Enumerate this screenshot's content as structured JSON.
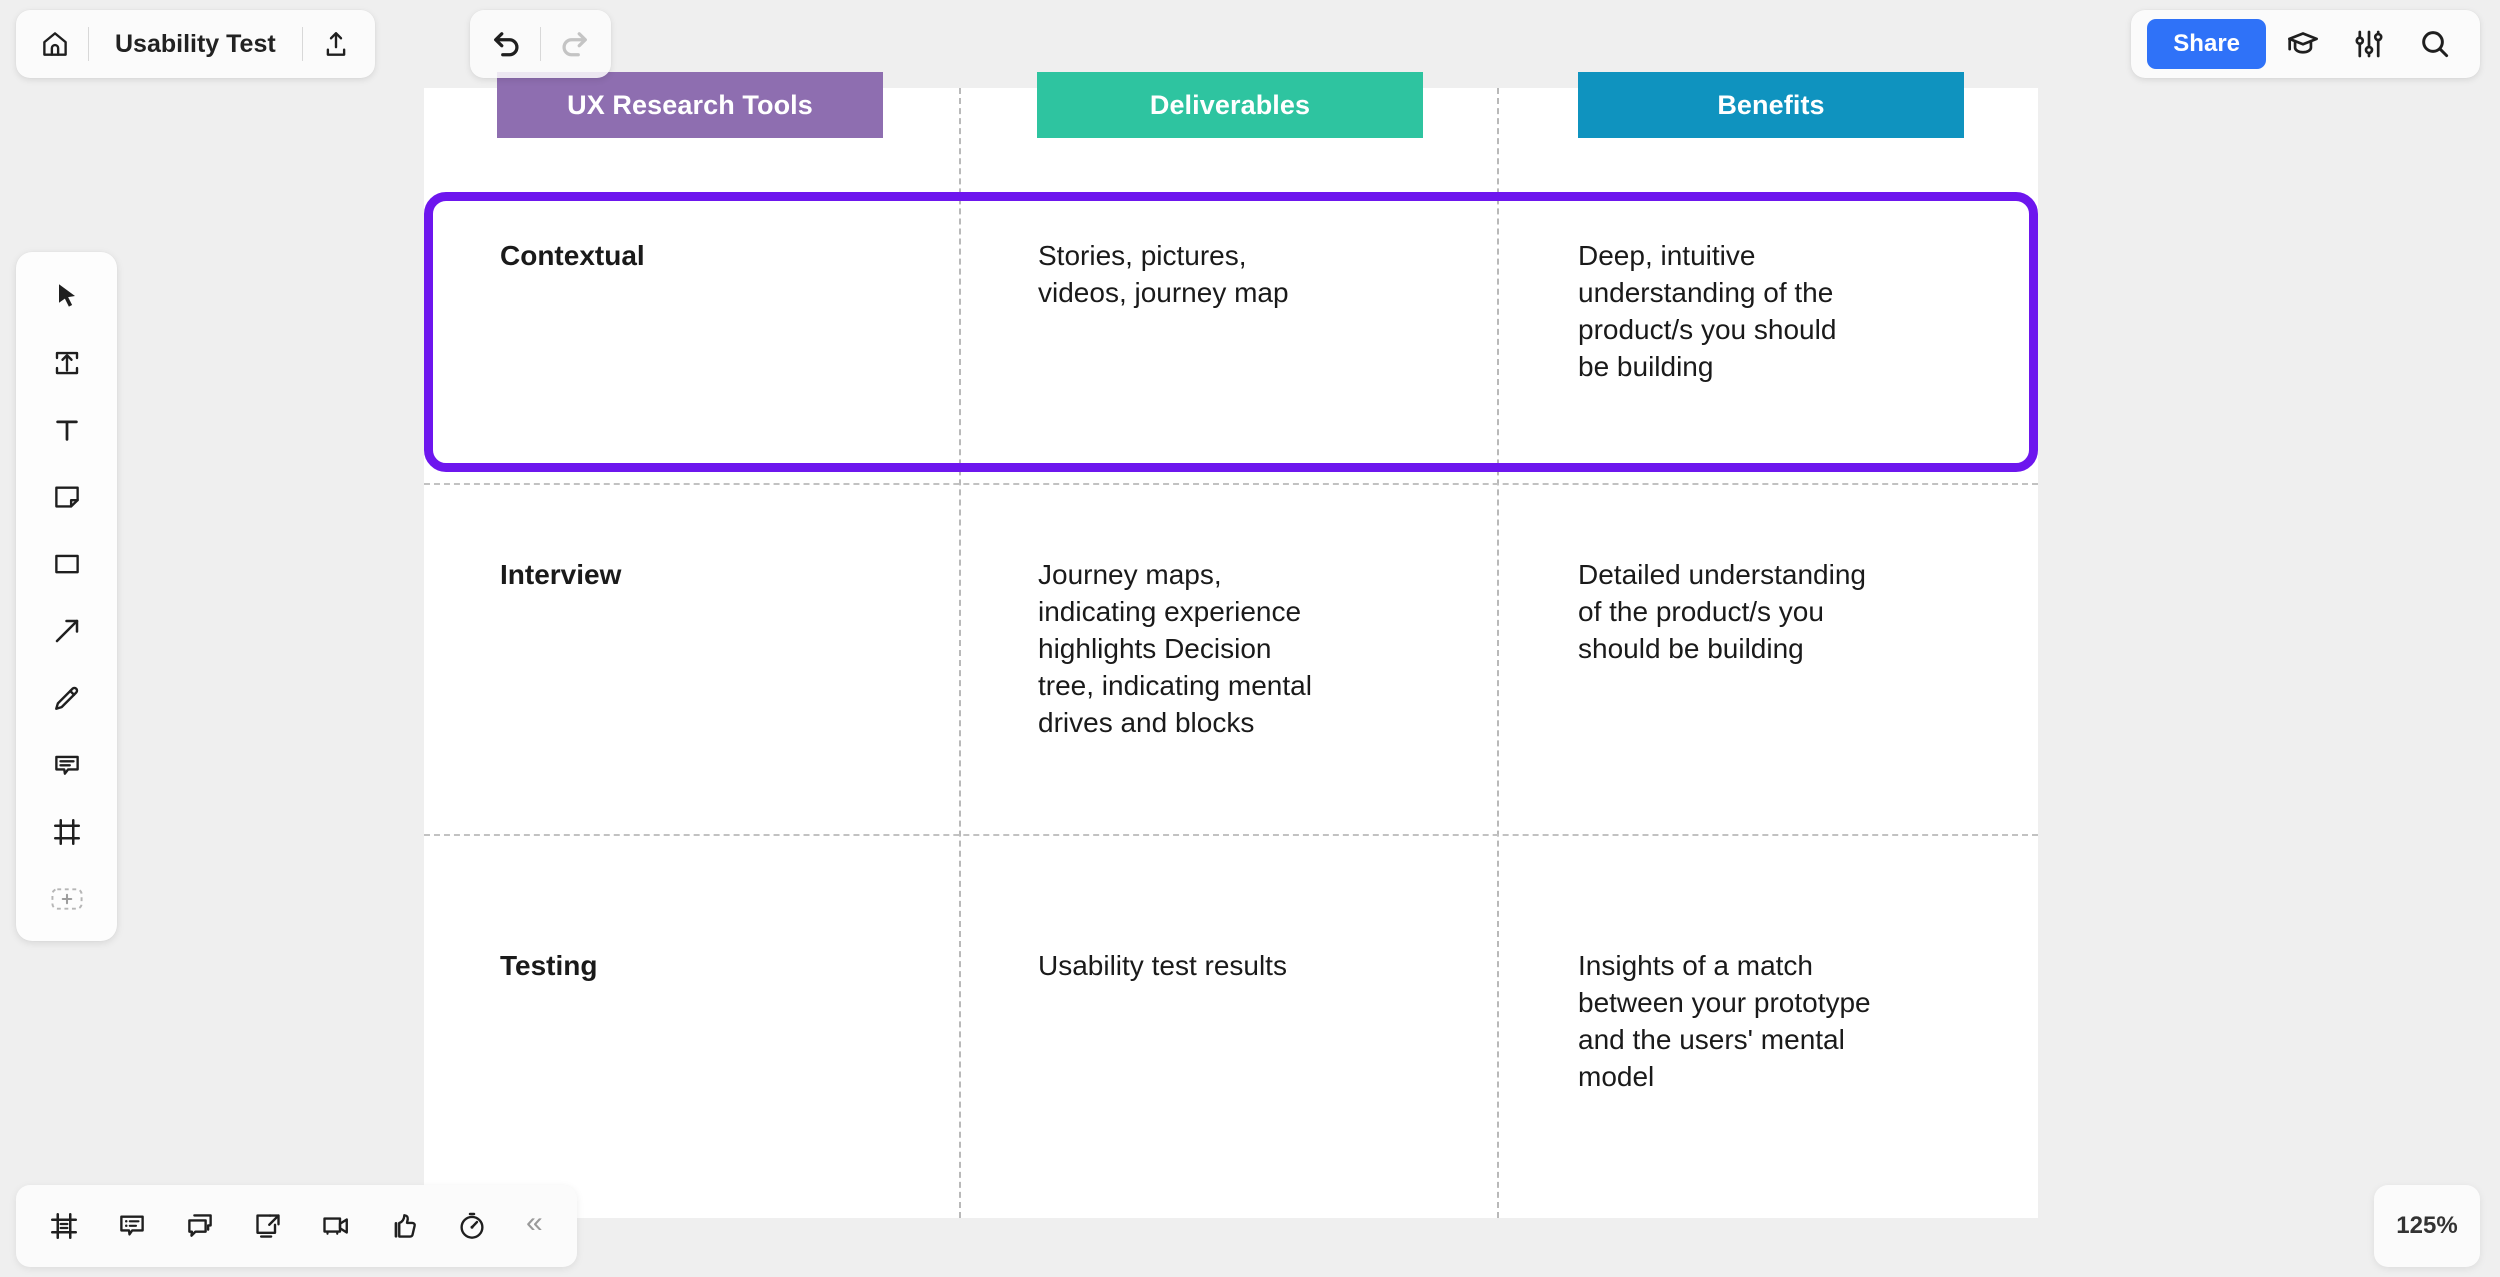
{
  "app": {
    "zoom_level": "125%",
    "document_title": "Usability Test"
  },
  "topbar": {
    "home_icon": "home-icon",
    "share_icon": "upload-share-icon",
    "undo_icon": "undo-icon",
    "redo_icon": "redo-icon",
    "share_label": "Share",
    "learn_icon": "graduation-cap-icon",
    "settings_icon": "sliders-icon",
    "search_icon": "search-icon"
  },
  "left_toolbar": {
    "items": [
      {
        "name": "select-tool",
        "icon": "cursor-arrow-icon"
      },
      {
        "name": "upload-tool",
        "icon": "upload-box-icon"
      },
      {
        "name": "text-tool",
        "icon": "text-t-icon"
      },
      {
        "name": "sticky-note-tool",
        "icon": "sticky-note-icon"
      },
      {
        "name": "shape-tool",
        "icon": "rectangle-icon"
      },
      {
        "name": "connector-tool",
        "icon": "arrow-diagonal-icon"
      },
      {
        "name": "pen-tool",
        "icon": "pencil-icon"
      },
      {
        "name": "comment-tool",
        "icon": "comment-bubble-icon"
      },
      {
        "name": "frame-tool",
        "icon": "frame-icon"
      },
      {
        "name": "add-more-tool",
        "icon": "plus-dashed-icon"
      }
    ]
  },
  "bottom_toolbar": {
    "items": [
      {
        "name": "frames-panel",
        "icon": "frame-list-icon"
      },
      {
        "name": "comments-panel",
        "icon": "comment-lines-icon"
      },
      {
        "name": "chat-panel",
        "icon": "chat-bubbles-icon"
      },
      {
        "name": "present-panel",
        "icon": "present-export-icon"
      },
      {
        "name": "video-chat",
        "icon": "video-camera-icon"
      },
      {
        "name": "reactions",
        "icon": "thumbs-up-icon"
      },
      {
        "name": "timer",
        "icon": "timer-icon"
      }
    ],
    "collapse_label": "«"
  },
  "board": {
    "columns": [
      {
        "title": "UX Research Tools",
        "color": "#8e6eb0"
      },
      {
        "title": "Deliverables",
        "color": "#2ec4a0"
      },
      {
        "title": "Benefits",
        "color": "#0f93bf"
      }
    ],
    "selection_color": "#6d16ee",
    "selected_row_index": 0,
    "rows": [
      {
        "tool": "Contextual",
        "deliverables": "Stories, pictures,\nvideos, journey map",
        "benefits": "Deep, intuitive\nunderstanding of the\nproduct/s you should\nbe building"
      },
      {
        "tool": "Interview",
        "deliverables": "Journey maps,\nindicating experience\nhighlights Decision\ntree, indicating mental\ndrives and blocks",
        "benefits": "Detailed understanding\nof the product/s you\nshould be building"
      },
      {
        "tool": "Testing",
        "deliverables": "Usability test results",
        "benefits": "Insights of a match\nbetween your prototype\nand the users' mental\nmodel"
      }
    ]
  }
}
